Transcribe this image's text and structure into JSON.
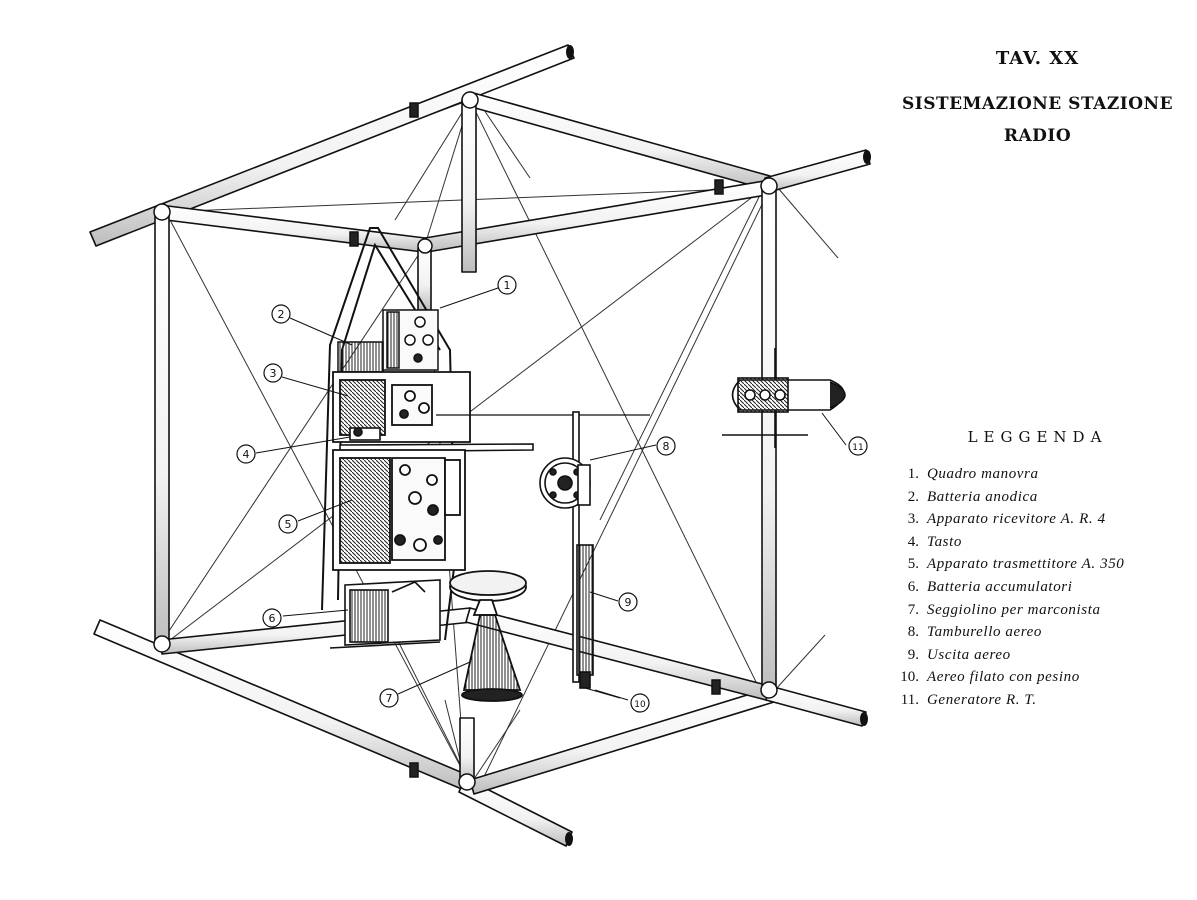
{
  "plate": {
    "number": "TAV. XX",
    "title_line1": "SISTEMAZIONE STAZIONE",
    "title_line2": "RADIO"
  },
  "legend": {
    "title": "LEGGENDA",
    "items": [
      {
        "num": "1.",
        "label": "Quadro manovra"
      },
      {
        "num": "2.",
        "label": "Batteria anodica"
      },
      {
        "num": "3.",
        "label": "Apparato ricevitore A. R. 4"
      },
      {
        "num": "4.",
        "label": "Tasto"
      },
      {
        "num": "5.",
        "label": "Apparato trasmettitore A. 350"
      },
      {
        "num": "6.",
        "label": "Batteria accumulatori"
      },
      {
        "num": "7.",
        "label": "Seggiolino per marconista"
      },
      {
        "num": "8.",
        "label": "Tamburello aereo"
      },
      {
        "num": "9.",
        "label": "Uscita aereo"
      },
      {
        "num": "10.",
        "label": "Aereo filato con pesino"
      },
      {
        "num": "11.",
        "label": "Generatore R. T."
      }
    ]
  },
  "callouts": [
    "1",
    "2",
    "3",
    "4",
    "5",
    "6",
    "7",
    "8",
    "9",
    "10",
    "11"
  ],
  "colors": {
    "ink": "#111111",
    "paper": "#ffffff"
  }
}
